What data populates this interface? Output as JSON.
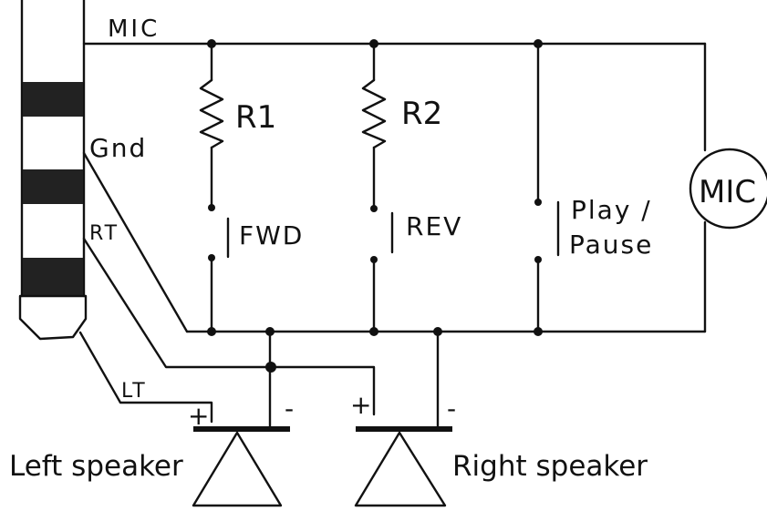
{
  "labels": {
    "mic_line": "MIC",
    "gnd": "Gnd",
    "rt": "RT",
    "lt": "LT",
    "r1": "R1",
    "r2": "R2",
    "fwd": "FWD",
    "rev": "REV",
    "play": "Play /",
    "pause": "Pause",
    "mic_element": "MIC",
    "left_plus": "+",
    "left_minus": "-",
    "right_plus": "+",
    "right_minus": "-",
    "left_speaker": "Left speaker",
    "right_speaker": "Right speaker"
  },
  "components": {
    "connector": "TRRS jack plug",
    "resistors": [
      "R1",
      "R2"
    ],
    "switches": [
      "FWD",
      "REV",
      "Play / Pause"
    ],
    "microphone": "MIC",
    "speakers": [
      "Left speaker",
      "Right speaker"
    ]
  },
  "colors": {
    "ink": "#111111",
    "paper": "#ffffff"
  }
}
